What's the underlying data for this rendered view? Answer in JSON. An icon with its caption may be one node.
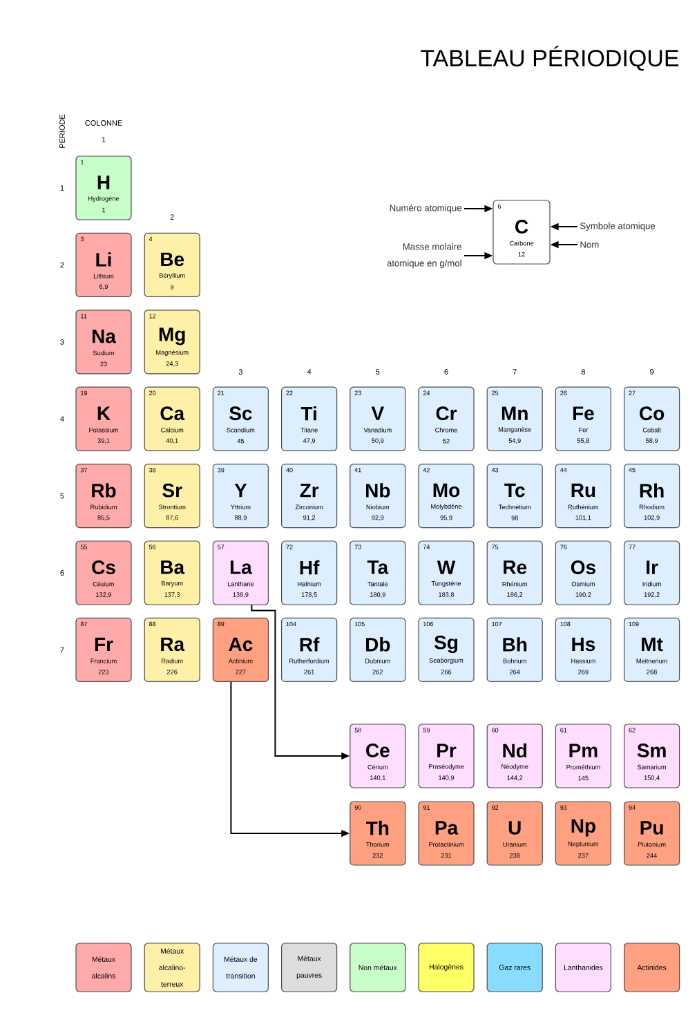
{
  "diagram": {
    "title": "TABLEAU PÉRIODIQUE",
    "nodes": [
      {
        "text": [
          "1",
          "H",
          "Hydrogène",
          "1"
        ]
      },
      {
        "text": [
          "3",
          "Li",
          "Lithium",
          "6,9"
        ]
      },
      {
        "text": [
          "4",
          "Be",
          "Béryllium",
          "9"
        ]
      },
      {
        "text": [
          "Numéro atomique"
        ]
      },
      {
        "text": [
          "6",
          "C",
          "Carbone",
          "12"
        ]
      },
      {
        "text": [
          "Symbole atomique"
        ]
      },
      {
        "text": [
          "Nom"
        ]
      },
      {
        "text": [
          "Masse molaire atomique en g/mol"
        ]
      },
      {
        "text": [
          "11",
          "Na",
          "Sodium",
          "23"
        ]
      },
      {
        "text": [
          "12",
          "Mg",
          "Magnésium",
          "24,3"
        ]
      },
      {
        "text": [
          "19",
          "K",
          "Potassium",
          "39,1"
        ]
      },
      {
        "text": [
          "20",
          "Ca",
          "Calcium",
          "40,1"
        ]
      },
      {
        "text": [
          "21",
          "Sc",
          "Scandium",
          "45"
        ]
      },
      {
        "text": [
          "22",
          "Ti",
          "Titane",
          "47,9"
        ]
      },
      {
        "text": [
          "23",
          "V",
          "Vanadium",
          "50,9"
        ]
      },
      {
        "text": [
          "24",
          "Cr",
          "Chrome",
          "52"
        ]
      },
      {
        "text": [
          "25",
          "Mn",
          "Manganèse",
          "54,9"
        ]
      },
      {
        "text": [
          "26",
          "Fe",
          "Fer",
          "55,8"
        ]
      },
      {
        "text": [
          "27",
          "Co",
          "Cobalt",
          "58,9"
        ]
      },
      {
        "text": [
          "37",
          "Rb",
          "Rubidium",
          "85,5"
        ]
      },
      {
        "text": [
          "38",
          "Sr",
          "Strontium",
          "87,6"
        ]
      },
      {
        "text": [
          "39",
          "Y",
          "Yttrium",
          "88,9"
        ]
      },
      {
        "text": [
          "40",
          "Zr",
          "Zirconium",
          "91,2"
        ]
      },
      {
        "text": [
          "41",
          "Nb",
          "Niobium",
          "92,9"
        ]
      },
      {
        "text": [
          "42",
          "Mo",
          "Molybdène",
          "95,9"
        ]
      },
      {
        "text": [
          "43",
          "Tc",
          "Technétium",
          "98"
        ]
      },
      {
        "text": [
          "44",
          "Ru",
          "Ruthénium",
          "101,1"
        ]
      },
      {
        "text": [
          "45",
          "Rh",
          "Rhodium",
          "102,9"
        ]
      },
      {
        "text": [
          "55",
          "Cs",
          "Césium",
          "132,9"
        ]
      },
      {
        "text": [
          "56",
          "Ba",
          "Baryum",
          "137,3"
        ]
      },
      {
        "text": [
          "57",
          "La",
          "Lanthane",
          "138,9"
        ]
      },
      {
        "text": [
          "72",
          "Hf",
          "Hafnium",
          "178,5"
        ]
      },
      {
        "text": [
          "73",
          "Ta",
          "Tantale",
          "180,9"
        ]
      },
      {
        "text": [
          "74",
          "W",
          "Tungstène",
          "183,8"
        ]
      },
      {
        "text": [
          "75",
          "Re",
          "Rhénium",
          "186,2"
        ]
      },
      {
        "text": [
          "76",
          "Os",
          "Osmium",
          "190,2"
        ]
      },
      {
        "text": [
          "77",
          "Ir",
          "Iridium",
          "192,2"
        ]
      },
      {
        "text": [
          "87",
          "Fr",
          "Francium",
          "223"
        ]
      },
      {
        "text": [
          "88",
          "Ra",
          "Radium",
          "226"
        ]
      },
      {
        "text": [
          "89",
          "Ac",
          "Actinium",
          "227"
        ]
      },
      {
        "text": [
          "104",
          "Rf",
          "Rutherfordium",
          "261"
        ]
      },
      {
        "text": [
          "105",
          "Db",
          "Dubnium",
          "262"
        ]
      },
      {
        "text": [
          "106",
          "Sg",
          "Seaborgium",
          "266"
        ]
      },
      {
        "text": [
          "107",
          "Bh",
          "Bohrium",
          "264"
        ]
      },
      {
        "text": [
          "108",
          "Hs",
          "Hassium",
          "269"
        ]
      },
      {
        "text": [
          "109",
          "Mt",
          "Meitnerium",
          "268"
        ]
      },
      {
        "text": [
          "58",
          "Ce",
          "Cérium",
          "140,1"
        ]
      },
      {
        "text": [
          "59",
          "Pr",
          "Praséodyme",
          "140,9"
        ]
      },
      {
        "text": [
          "60",
          "Nd",
          "Néodyme",
          "144,2"
        ]
      },
      {
        "text": [
          "61",
          "Pm",
          "Prométhium",
          "145"
        ]
      },
      {
        "text": [
          "62",
          "Sm",
          "Samarium",
          "150,4"
        ]
      },
      {
        "text": [
          "90",
          "Th",
          "Thorium",
          "232"
        ]
      },
      {
        "text": [
          "91",
          "Pa",
          "Protactinium",
          "231"
        ]
      },
      {
        "text": [
          "92",
          "U",
          "Uranium",
          "238"
        ]
      },
      {
        "text": [
          "93",
          "Np",
          "Neptunium",
          "237"
        ]
      },
      {
        "text": [
          "94",
          "Pu",
          "Plutonium",
          "244"
        ]
      }
    ],
    "edges": [
      {
        "from": 3,
        "to": 4,
        "arrow": "to"
      },
      {
        "from": 5,
        "to": 4,
        "arrow": "to"
      },
      {
        "from": 6,
        "to": 4,
        "arrow": "to"
      },
      {
        "from": 7,
        "to": 4,
        "arrow": "to"
      },
      {
        "from": 30,
        "to": 46,
        "arrow": "to"
      },
      {
        "from": 39,
        "to": 51,
        "arrow": "to"
      }
    ],
    "labels": [
      "PERIODE",
      "COLONNE",
      "1",
      "1",
      "2",
      "2",
      "3",
      "3",
      "4",
      "5",
      "6",
      "7",
      "8",
      "9",
      "4",
      "5",
      "6",
      "7"
    ],
    "legend": [
      {
        "text": "Métaux alcalins",
        "color": "#ffaaaa"
      },
      {
        "text": "Métaux alcalino-terreux",
        "color": "#fff0a8"
      },
      {
        "text": "Métaux de transition",
        "color": "#ddeeff"
      },
      {
        "text": "Métaux pauvres",
        "color": "#dddddd"
      },
      {
        "text": "Non métaux",
        "color": "#c8ffc8"
      },
      {
        "text": "Halogènes",
        "color": "#ffff66"
      },
      {
        "text": "Gaz rares",
        "color": "#88ddff"
      },
      {
        "text": "Lanthanides",
        "color": "#ffddff"
      },
      {
        "text": "Actinides",
        "color": "#ffa080"
      }
    ]
  }
}
